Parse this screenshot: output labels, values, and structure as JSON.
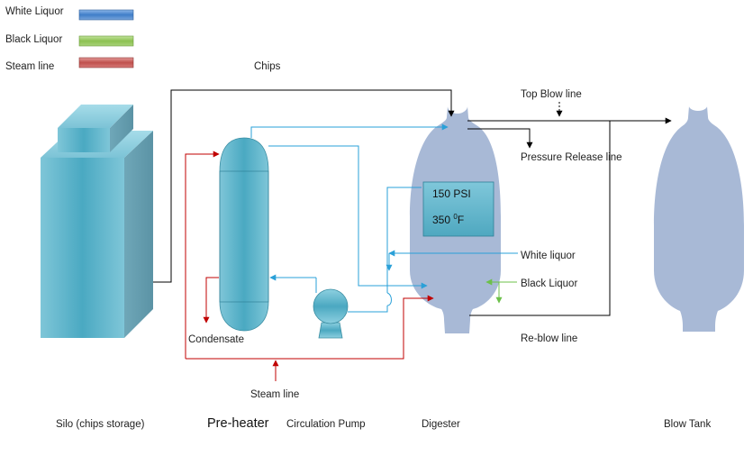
{
  "legend": {
    "white_liquor": {
      "label": "White Liquor",
      "color": "#4a86cc"
    },
    "black_liquor": {
      "label": "Black Liquor",
      "color": "#8cc152"
    },
    "steam_line": {
      "label": "Steam line",
      "color": "#c0504d"
    }
  },
  "colors": {
    "equipment": "#5bb3c8",
    "vessel": "#a9b9d6",
    "black_line": "#000000",
    "blue_line": "#2aa0d8",
    "red_line": "#c00000",
    "green_line": "#6cc04a"
  },
  "labels": {
    "chips": "Chips",
    "top_blow_line": "Top Blow line",
    "pressure_release_line": "Pressure Release  line",
    "white_liquor_line": "White liquor",
    "black_liquor_line": "Black Liquor",
    "re_blow_line": "Re-blow line",
    "condensate": "Condensate",
    "steam_line_label": "Steam line"
  },
  "digester_readout": {
    "pressure": "150 PSI",
    "temperature_value": "350 ",
    "temperature_degree": "0",
    "temperature_unit": "F"
  },
  "equipment_captions": {
    "silo": "Silo (chips storage)",
    "preheater": "Pre-heater",
    "circulation_pump": "Circulation Pump",
    "digester": "Digester",
    "blow_tank": "Blow Tank"
  }
}
